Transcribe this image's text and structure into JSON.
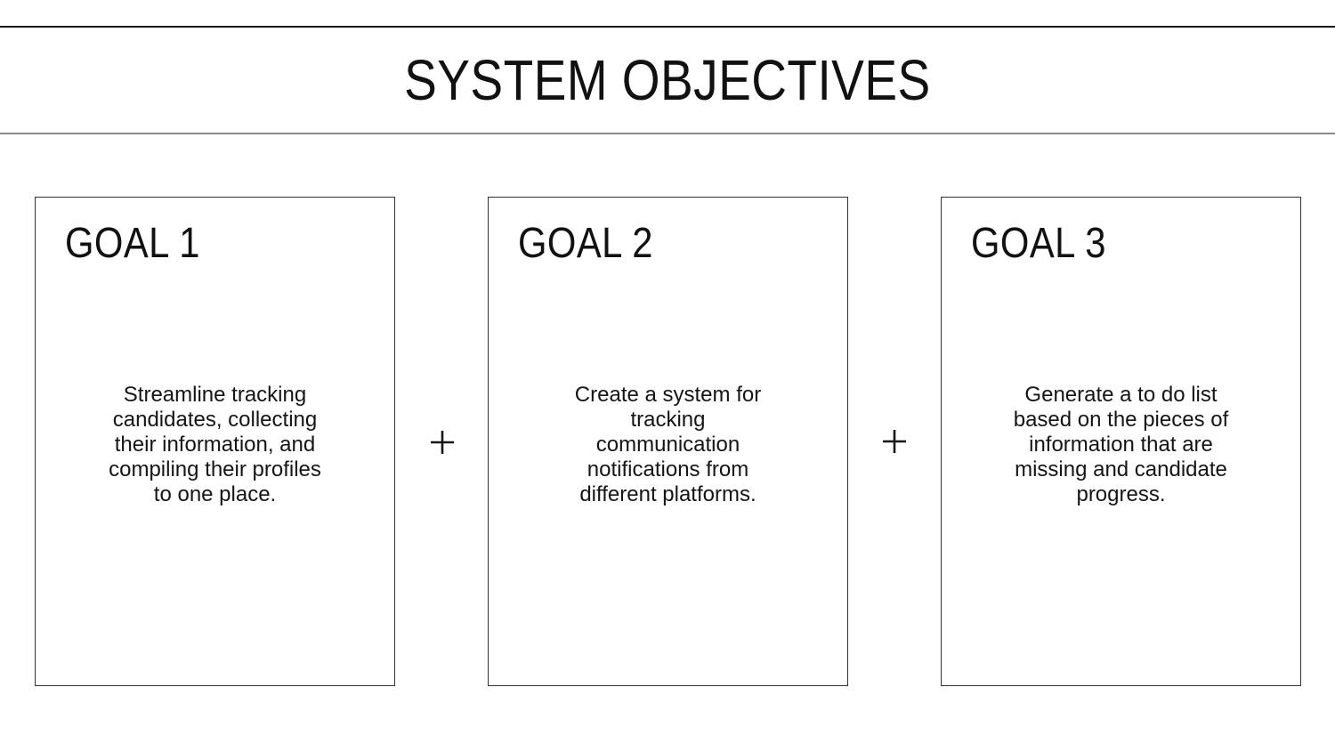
{
  "header": {
    "title": "SYSTEM OBJECTIVES"
  },
  "goals": [
    {
      "heading": "GOAL 1",
      "description": "Streamline tracking\ncandidates, collecting\ntheir information, and\ncompiling their profiles\nto one place."
    },
    {
      "heading": "GOAL 2",
      "description": "Create a system for\ntracking\ncommunication\nnotifications from\ndifferent platforms."
    },
    {
      "heading": "GOAL 3",
      "description": "Generate a to do list\nbased on the pieces of\ninformation that are\nmissing and candidate\nprogress."
    }
  ],
  "connectors": [
    {
      "icon": "plus-icon",
      "symbol": "+"
    },
    {
      "icon": "plus-icon",
      "symbol": "+"
    }
  ],
  "colors": {
    "background": "#ffffff",
    "text": "#111111",
    "box_border": "#333333",
    "top_rule": "#141414",
    "header_rule": "#8a8a8a"
  }
}
